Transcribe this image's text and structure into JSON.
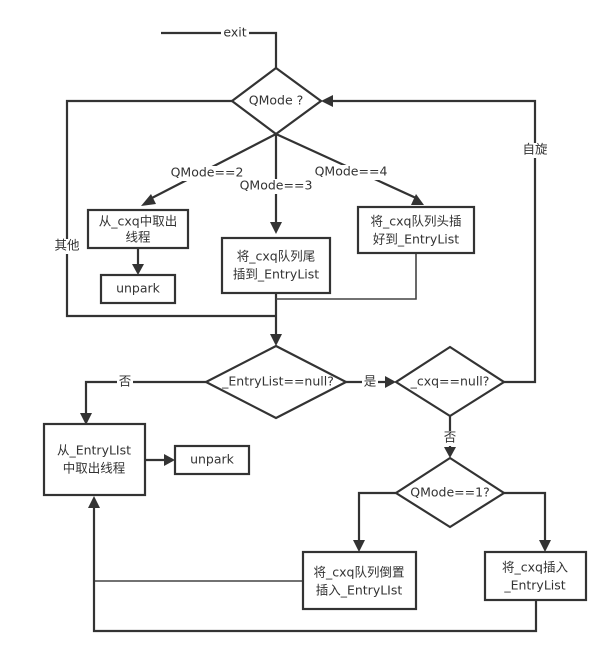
{
  "diagram": {
    "type": "flowchart",
    "nodes": {
      "qmode_decision": {
        "kind": "decision",
        "lines": [
          "QMode ?"
        ]
      },
      "take_from_cxq": {
        "kind": "process",
        "lines": [
          "从_cxq中取出",
          "线程"
        ]
      },
      "unpark_1": {
        "kind": "process",
        "lines": [
          "unpark"
        ]
      },
      "cxq_tail_insert": {
        "kind": "process",
        "lines": [
          "将_cxq队列尾",
          "插到_EntryList"
        ]
      },
      "cxq_head_insert": {
        "kind": "process",
        "lines": [
          "将_cxq队列头插",
          "好到_EntryList"
        ]
      },
      "entrylist_null_decision": {
        "kind": "decision",
        "lines": [
          "_EntryList==null?"
        ]
      },
      "cxq_null_decision": {
        "kind": "decision",
        "lines": [
          "_cxq==null?"
        ]
      },
      "take_from_entrylist": {
        "kind": "process",
        "lines": [
          "从_EntryLIst",
          "中取出线程"
        ]
      },
      "unpark_2": {
        "kind": "process",
        "lines": [
          "unpark"
        ]
      },
      "qmode1_decision": {
        "kind": "decision",
        "lines": [
          "QMode==1?"
        ]
      },
      "cxq_reverse_insert": {
        "kind": "process",
        "lines": [
          "将_cxq队列倒置",
          "插入_EntryLIst"
        ]
      },
      "cxq_insert": {
        "kind": "process",
        "lines": [
          "将_cxq插入",
          "_EntryList"
        ]
      }
    },
    "edge_labels": {
      "exit": "exit",
      "qmode2": "QMode==2",
      "qmode3": "QMode==3",
      "qmode4": "QMode==4",
      "other": "其他",
      "spin": "自旋",
      "no_entrylist": "否",
      "yes_entrylist": "是",
      "no_cxq": "否"
    },
    "edges": [
      {
        "from": "start",
        "to": "qmode_decision",
        "label": "exit"
      },
      {
        "from": "qmode_decision",
        "to": "take_from_cxq",
        "label": "QMode==2"
      },
      {
        "from": "qmode_decision",
        "to": "cxq_tail_insert",
        "label": "QMode==3"
      },
      {
        "from": "qmode_decision",
        "to": "cxq_head_insert",
        "label": "QMode==4"
      },
      {
        "from": "qmode_decision",
        "to": "entrylist_null_decision",
        "label": "其他"
      },
      {
        "from": "take_from_cxq",
        "to": "unpark_1",
        "label": ""
      },
      {
        "from": "cxq_tail_insert",
        "to": "entrylist_null_decision",
        "label": ""
      },
      {
        "from": "cxq_head_insert",
        "to": "entrylist_null_decision",
        "label": ""
      },
      {
        "from": "entrylist_null_decision",
        "to": "take_from_entrylist",
        "label": "否"
      },
      {
        "from": "entrylist_null_decision",
        "to": "cxq_null_decision",
        "label": "是"
      },
      {
        "from": "cxq_null_decision",
        "to": "qmode_decision",
        "label": "自旋"
      },
      {
        "from": "cxq_null_decision",
        "to": "qmode1_decision",
        "label": "否"
      },
      {
        "from": "take_from_entrylist",
        "to": "unpark_2",
        "label": ""
      },
      {
        "from": "qmode1_decision",
        "to": "cxq_reverse_insert",
        "label": ""
      },
      {
        "from": "qmode1_decision",
        "to": "cxq_insert",
        "label": ""
      },
      {
        "from": "cxq_reverse_insert",
        "to": "take_from_entrylist",
        "label": ""
      },
      {
        "from": "cxq_insert",
        "to": "take_from_entrylist",
        "label": ""
      }
    ]
  }
}
